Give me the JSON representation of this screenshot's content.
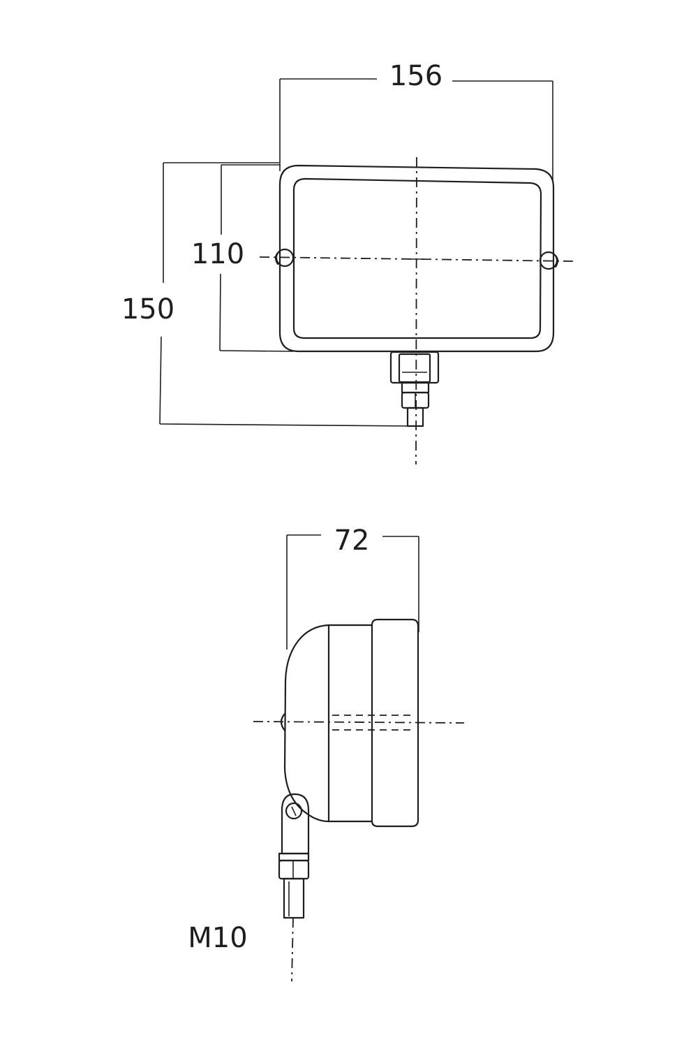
{
  "front_view": {
    "width_dimension": "156",
    "lens_height_dimension": "110",
    "overall_height_dimension": "150"
  },
  "side_view": {
    "depth_dimension": "72",
    "thread_label": "M10"
  },
  "colors": {
    "line": "#1e1e1e",
    "background": "#ffffff"
  }
}
